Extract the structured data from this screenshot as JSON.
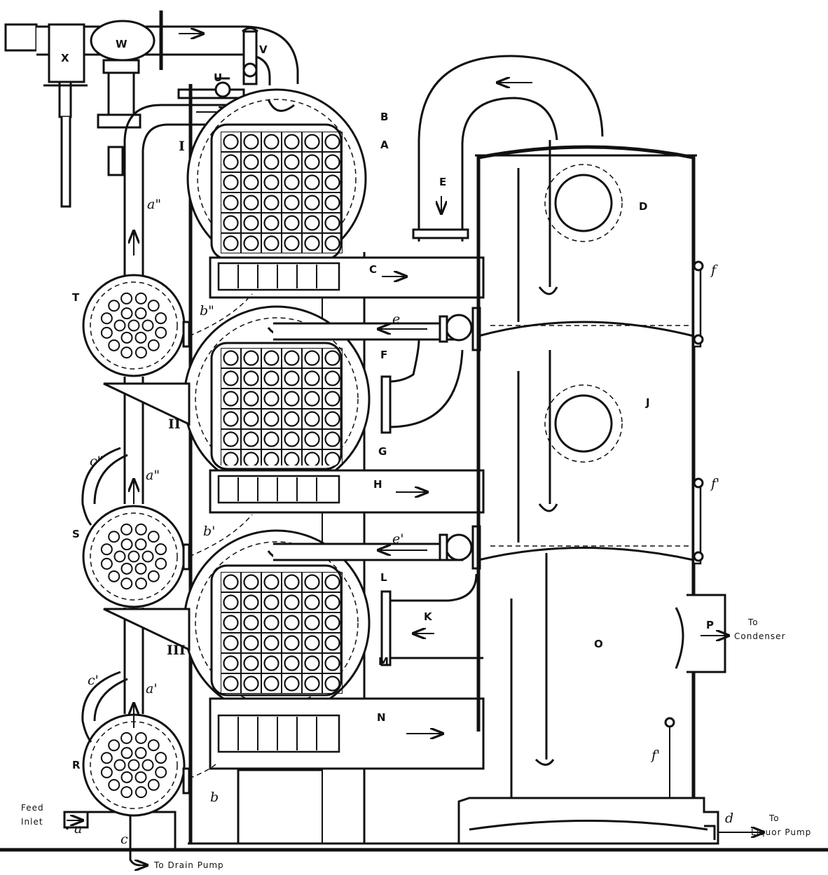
{
  "diagram": {
    "title": "Triple effect evaporator with feed heaters",
    "labels": {
      "A": "A",
      "B": "B",
      "C": "C",
      "D": "D",
      "E": "E",
      "F": "F",
      "G": "G",
      "H": "H",
      "J": "J",
      "K": "K",
      "L": "L",
      "M": "M",
      "N": "N",
      "O": "O",
      "P": "P",
      "R": "R",
      "S": "S",
      "T": "T",
      "U": "U",
      "V": "V",
      "W": "W",
      "X": "X"
    },
    "italic_labels": {
      "a": "a",
      "a1": "a'",
      "a2": "a\"",
      "a3": "a\"",
      "b": "b",
      "b1": "b'",
      "b2": "b\"",
      "c": "c",
      "c1": "c'",
      "c2": "c\"",
      "d": "d",
      "e": "e",
      "e1": "e'",
      "f": "f",
      "f1": "f'",
      "f2": "f'"
    },
    "effects": {
      "I": "I",
      "II": "II",
      "III": "III"
    },
    "captions": {
      "feed_1": "Feed",
      "feed_2": "Inlet",
      "drain": "To Drain Pump",
      "condenser_1": "To",
      "condenser_2": "Condenser",
      "liquor_1": "To",
      "liquor_2": "Liquor Pump"
    }
  }
}
